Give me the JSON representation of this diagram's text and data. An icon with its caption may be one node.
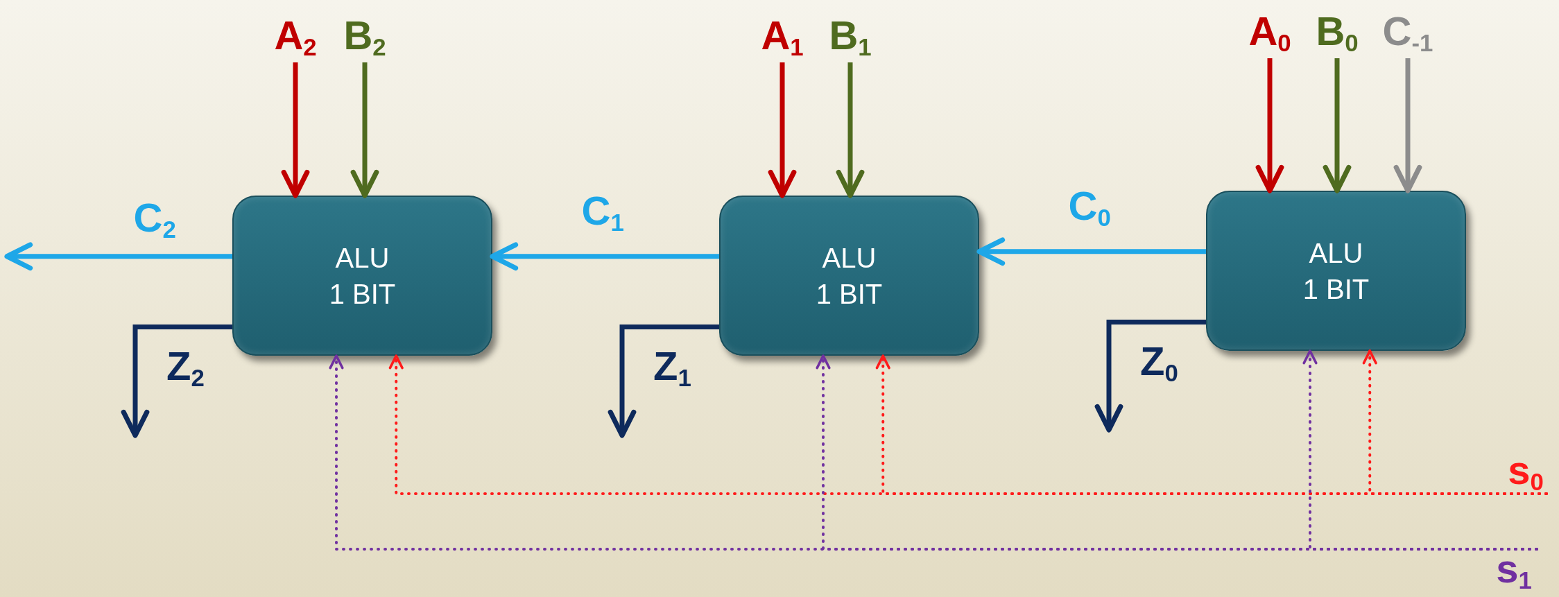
{
  "diagram": {
    "nodes": [
      {
        "text": [
          "A$_{2}$"
        ]
      },
      {
        "text": [
          "B$_{2}$"
        ]
      },
      {
        "text": [
          "ALU 1 BIT"
        ]
      },
      {
        "text": [
          "A$_{1}$"
        ]
      },
      {
        "text": [
          "B$_{1}$"
        ]
      },
      {
        "text": [
          "ALU 1 BIT"
        ]
      },
      {
        "text": [
          "A$_{0}$"
        ]
      },
      {
        "text": [
          "B$_{0}$"
        ]
      },
      {
        "text": [
          "C$_{-1}$"
        ]
      },
      {
        "text": [
          "ALU 1 BIT"
        ]
      },
      {
        "text": [
          "s$_{0}$"
        ]
      },
      {
        "text": [
          "s$_{1}$"
        ]
      }
    ],
    "edges": [
      {
        "from": 0,
        "to": 2,
        "arrow": "to",
        "color": "#c00000"
      },
      {
        "from": 1,
        "to": 2,
        "arrow": "to",
        "color": "#4f6b1f"
      },
      {
        "from": 3,
        "to": 5,
        "arrow": "to",
        "color": "#c00000"
      },
      {
        "from": 4,
        "to": 5,
        "arrow": "to",
        "color": "#4f6b1f"
      },
      {
        "from": 6,
        "to": 9,
        "arrow": "to",
        "color": "#c00000"
      },
      {
        "from": 7,
        "to": 9,
        "arrow": "to",
        "color": "#4f6b1f"
      },
      {
        "from": 8,
        "to": 9,
        "arrow": "to",
        "color": "#8c8c8c"
      },
      {
        "from": 9,
        "to": 5,
        "label": "C$_{0}$",
        "arrow": "to",
        "color": "#1ea7e8"
      },
      {
        "from": 5,
        "to": 2,
        "label": "C$_{1}$",
        "arrow": "to",
        "color": "#1ea7e8"
      },
      {
        "from": 2,
        "to": null,
        "label": "C$_{2}$",
        "arrow": "to",
        "color": "#1ea7e8"
      },
      {
        "from": 2,
        "to": null,
        "label": "Z$_{2}$",
        "arrow": "to",
        "color": "#0e2a5c"
      },
      {
        "from": 5,
        "to": null,
        "label": "Z$_{1}$",
        "arrow": "to",
        "color": "#0e2a5c"
      },
      {
        "from": 9,
        "to": null,
        "label": "Z$_{0}$",
        "arrow": "to",
        "color": "#0e2a5c"
      },
      {
        "from": 10,
        "to": 2,
        "arrow": "to",
        "style": "dashed",
        "color": "#ff1a1a"
      },
      {
        "from": 10,
        "to": 5,
        "arrow": "to",
        "style": "dashed",
        "color": "#ff1a1a"
      },
      {
        "from": 10,
        "to": 9,
        "arrow": "to",
        "style": "dashed",
        "color": "#ff1a1a"
      },
      {
        "from": 11,
        "to": 2,
        "arrow": "to",
        "style": "dashed",
        "color": "#7030a0"
      },
      {
        "from": 11,
        "to": 5,
        "arrow": "to",
        "style": "dashed",
        "color": "#7030a0"
      },
      {
        "from": 11,
        "to": 9,
        "arrow": "to",
        "style": "dashed",
        "color": "#7030a0"
      }
    ]
  }
}
